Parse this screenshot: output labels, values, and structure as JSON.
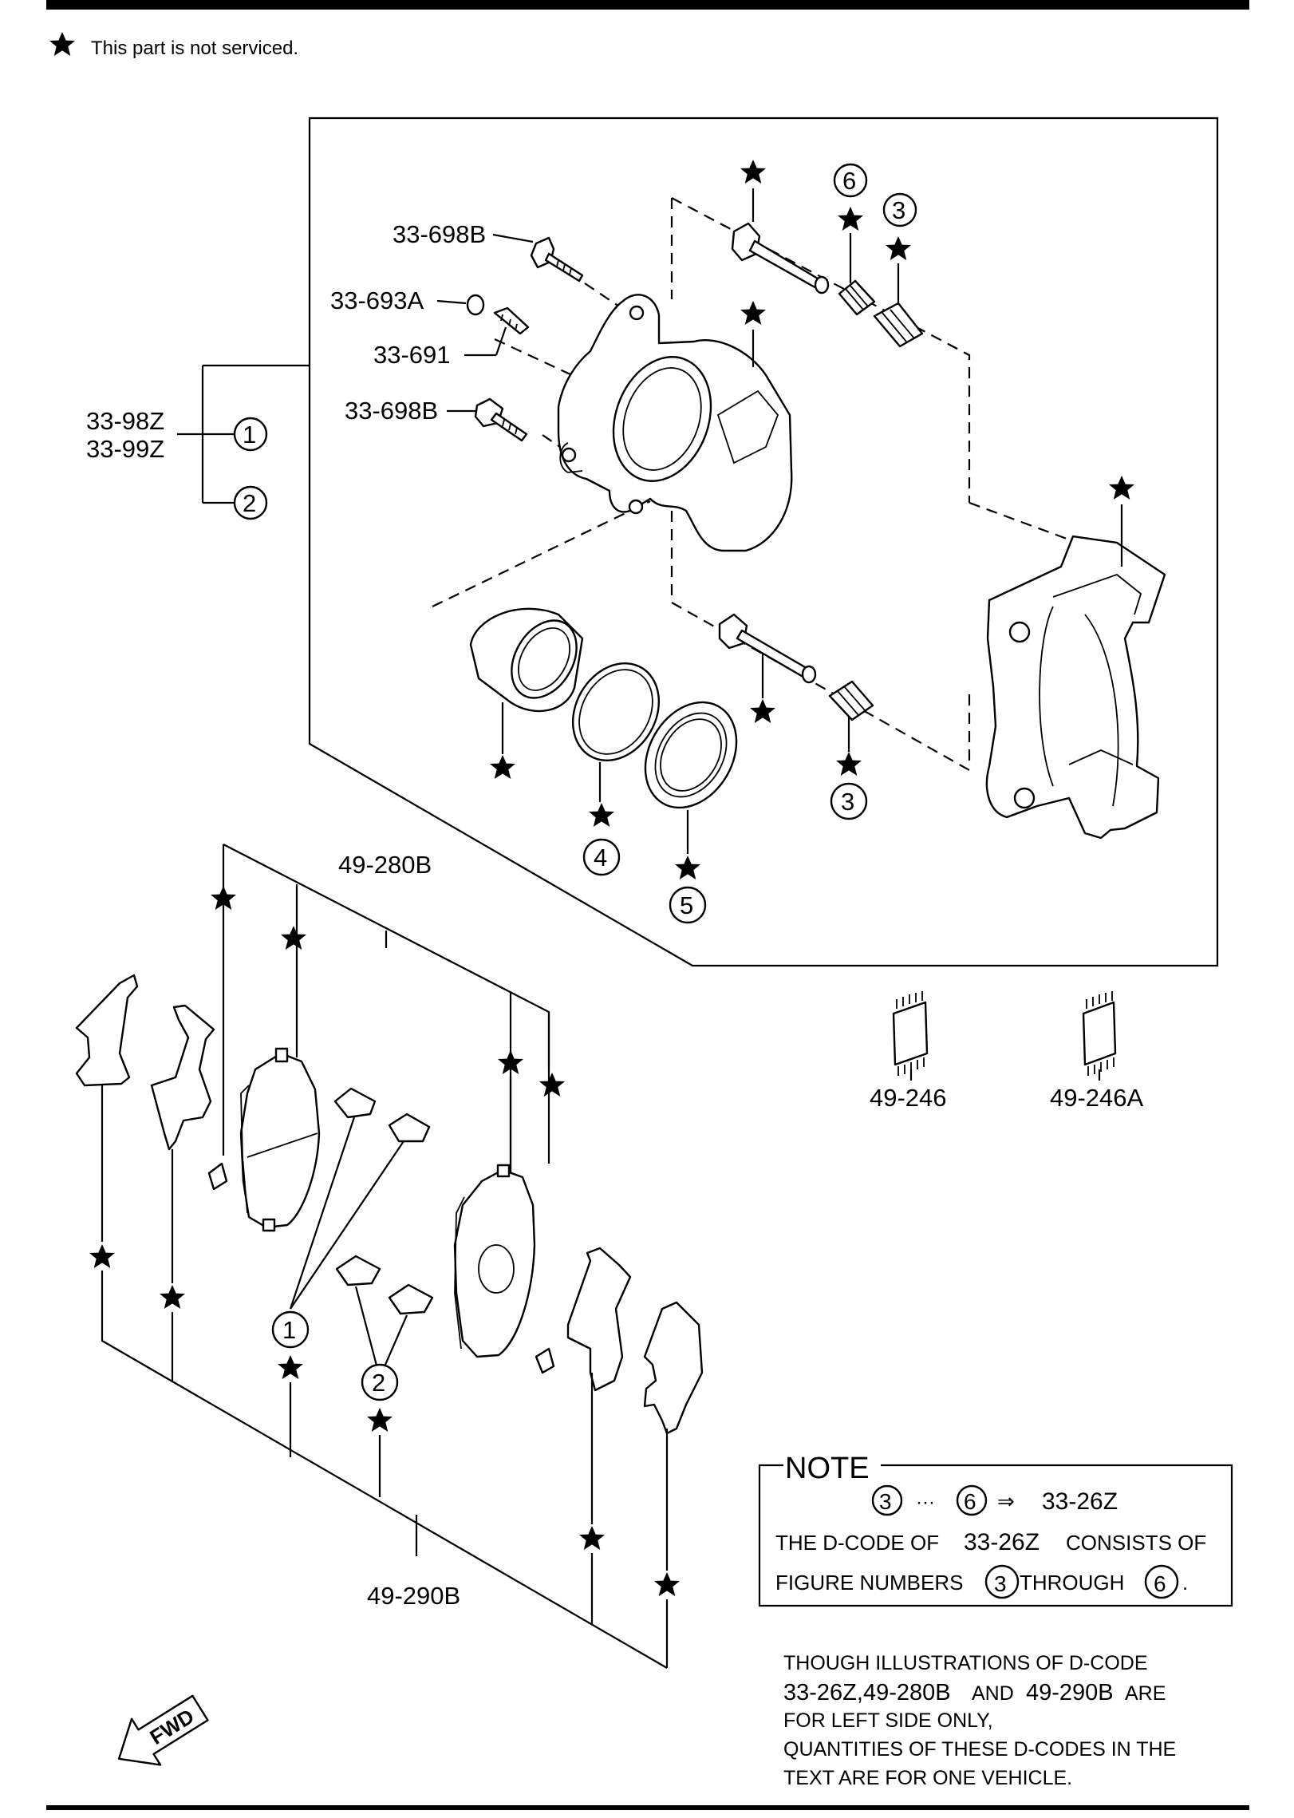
{
  "legend": {
    "text": "This part is not serviced.",
    "icon": "star-icon"
  },
  "callouts": {
    "c1": "33-698B",
    "c2": "33-693A",
    "c3": "33-691",
    "c4": "33-698B",
    "c5a": "33-98Z",
    "c5b": "33-99Z",
    "c6": "49-280B",
    "c7": "49-290B",
    "c8": "49-246",
    "c9": "49-246A"
  },
  "figure_numbers": {
    "n1": "1",
    "n2": "2",
    "n3": "3",
    "n4": "4",
    "n5": "5",
    "n6": "6"
  },
  "note": {
    "title": "NOTE",
    "line1_arrow": "⇒",
    "line1_code": "33-26Z",
    "line1_ellipsis": "···",
    "line2_pre": "THE D-CODE OF",
    "line2_code": "33-26Z",
    "line2_post": "CONSISTS OF",
    "line3_pre": "FIGURE NUMBERS",
    "line3_mid": "THROUGH",
    "line3_end": "."
  },
  "footer_note": {
    "l1": "THOUGH ILLUSTRATIONS OF D-CODE",
    "l2_codes": "33-26Z,49-280B",
    "l2_and": "AND",
    "l2_code3": "49-290B",
    "l2_are": "ARE",
    "l3": "FOR LEFT SIDE ONLY,",
    "l4": "QUANTITIES OF THESE D-CODES IN THE",
    "l5": "TEXT ARE FOR ONE VEHICLE."
  },
  "fwd": {
    "label": "FWD",
    "icon": "fwd-arrow-icon"
  }
}
